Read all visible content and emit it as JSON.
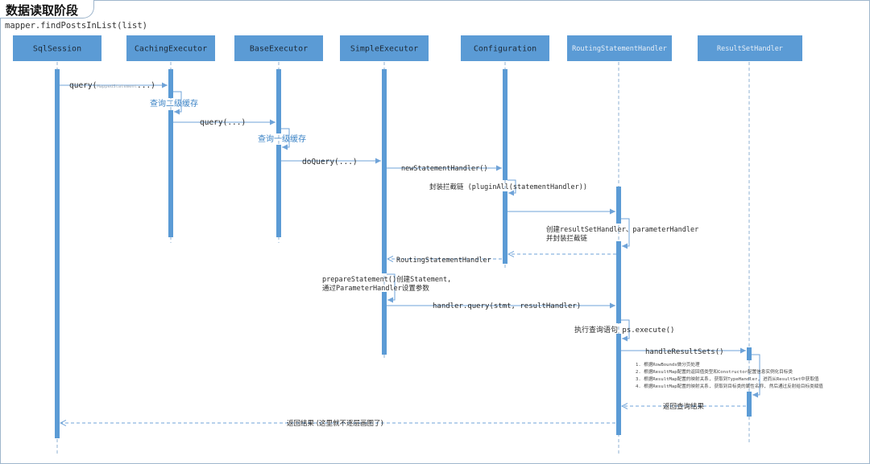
{
  "title": "数据读取阶段",
  "subtitle": "mapper.findPostsInList(list)",
  "colors": {
    "box": "#5b9bd5",
    "activation": "#5b9bd5",
    "lifeline": "#8fb2d3",
    "arrow": "#6fa3d8",
    "highlight_text": "#3d84c6",
    "body_text": "#222222",
    "grey_text": "#9aa7b4"
  },
  "participants": [
    {
      "id": "sqlsession",
      "label": "SqlSession"
    },
    {
      "id": "caching",
      "label": "CachingExecutor"
    },
    {
      "id": "base",
      "label": "BaseExecutor"
    },
    {
      "id": "simple",
      "label": "SimpleExecutor"
    },
    {
      "id": "config",
      "label": "Configuration"
    },
    {
      "id": "routing",
      "label": "RoutingStatementHandler"
    },
    {
      "id": "resultset",
      "label": "ResultSetHandler"
    }
  ],
  "messages": {
    "query1": "query(",
    "query1_arg": "MappedStatement",
    "query1_tail": "...)",
    "cache2": "查询二级缓存",
    "query2": "query(...)",
    "cache1": "查询一级缓存",
    "doquery": "doQuery(...)",
    "newsh": "newStatementHandler()",
    "plugin": "封装拦截链 (pluginAll(statementHandler))",
    "create_line1": "创建resultSetHandler、parameterHandler",
    "create_line2": "并封装拦截链",
    "return_routing": "RoutingStatementHandler",
    "prepare_line1": "prepareStatement()创建Statement,",
    "prepare_line2": "通过ParameterHandler设置参数",
    "handler_query": "handler.query(stmt, resultHandler)",
    "execute": "执行查询语句 ps.execute()",
    "handle_rs": "handleResultSets()",
    "return_query": "返回查询结果",
    "return_result": "返回结果 (这里就不逐层画图了)"
  },
  "notes": [
    "1. 根据RowBounds做分页处理",
    "2. 根据ResultMap配置的返回值类型和Constructor配置信息实例化目标类",
    "3. 根据ResultMap配置的映射关系, 获取到TypeHandler, 进而从ResultSet中获取值",
    "4. 根据ResultMap配置的映射关系, 获取到目标类的属性名称, 然后通过反射给目标类赋值"
  ]
}
